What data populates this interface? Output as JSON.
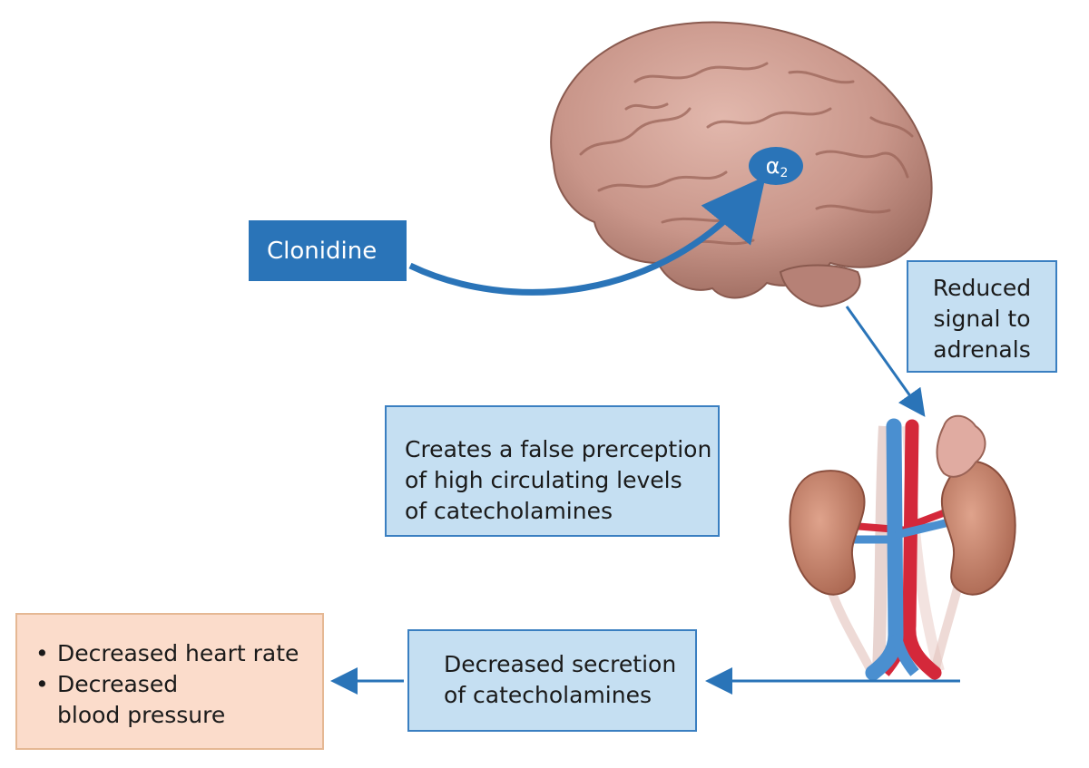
{
  "receptor": {
    "symbol": "α",
    "subscript": "2"
  },
  "boxes": {
    "clonidine": {
      "label": "Clonidine"
    },
    "reduced_signal": {
      "lines": [
        "Reduced",
        "signal to",
        "adrenals"
      ]
    },
    "false_perception": {
      "lines": [
        "Creates a false prerception",
        "of high circulating levels",
        "of catecholamines"
      ]
    },
    "decreased_secretion": {
      "lines": [
        "Decreased secretion",
        "of catecholamines"
      ]
    },
    "effects": {
      "items": [
        "Decreased heart rate",
        "Decreased"
      ],
      "continuation": "blood pressure"
    }
  },
  "icons": {
    "brain": "brain-illustration",
    "kidneys": "kidneys-adrenal-illustration"
  },
  "colors": {
    "arrow_blue": "#2a74b8",
    "box_fill": "#c5dff2",
    "box_border": "#3a7fc1",
    "effects_fill": "#fbdccb",
    "brain": "#c9968a",
    "kidney": "#b8735f",
    "artery": "#d4283a",
    "vein": "#4a8fd0"
  }
}
